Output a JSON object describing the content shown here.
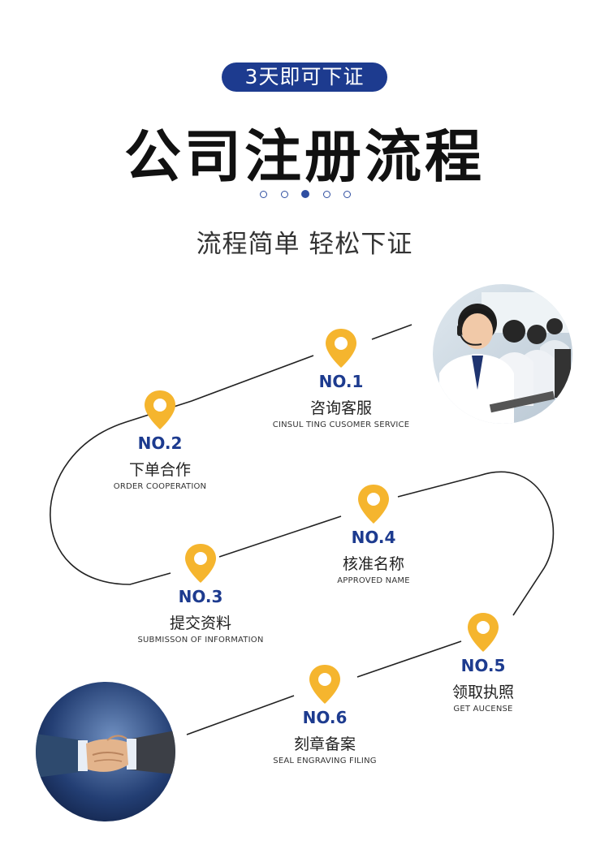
{
  "header": {
    "badge": "3天即可下证",
    "title": "公司注册流程",
    "subtitle": "流程简单  轻松下证"
  },
  "colors": {
    "brand_blue": "#1d3b8f",
    "pin_yellow": "#f5b52e"
  },
  "steps": [
    {
      "no": "NO.1",
      "cn": "咨询客服",
      "en": "CINSUL TING CUSOMER SERVICE"
    },
    {
      "no": "NO.2",
      "cn": "下单合作",
      "en": "ORDER COOPERATION"
    },
    {
      "no": "NO.3",
      "cn": "提交资料",
      "en": "SUBMISSON OF  INFORMATION"
    },
    {
      "no": "NO.4",
      "cn": "核准名称",
      "en": "APPROVED NAME"
    },
    {
      "no": "NO.5",
      "cn": "领取执照",
      "en": "GET AUCENSE"
    },
    {
      "no": "NO.6",
      "cn": "刻章备案",
      "en": "SEAL ENGRAVING FILING"
    }
  ],
  "photos": {
    "top": "customer-service-agents-photo",
    "bottom": "handshake-photo"
  }
}
